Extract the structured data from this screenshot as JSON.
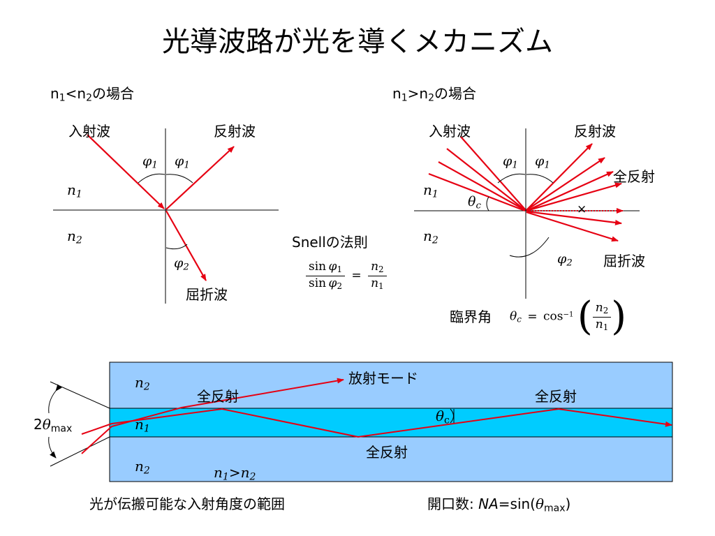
{
  "title": "光導波路が光を導くメカニズム",
  "case_left": {
    "n1": "n",
    "sub1": "1",
    "op": "<",
    "n2": "n",
    "sub2": "2",
    "suffix": "の場合"
  },
  "case_right": {
    "n1": "n",
    "sub1": "1",
    "op": ">",
    "n2": "n",
    "sub2": "2",
    "suffix": "の場合"
  },
  "labels": {
    "incident": "入射波",
    "reflected": "反射波",
    "refracted": "屈折波",
    "total_reflection": "全反射",
    "radiation_mode": "放射モード",
    "snell": "Snellの法則",
    "critical_angle": "臨界角",
    "acceptance_range": "光が伝搬可能な入射角度の範囲",
    "na_prefix": "開口数: ",
    "na_label": "NA",
    "na_eq": "=sin(",
    "na_close": ")"
  },
  "symbols": {
    "n": "n",
    "sub1": "1",
    "sub2": "2",
    "phi": "φ",
    "theta": "θ",
    "c": "c",
    "max": "max",
    "two": "2",
    "gt": ">",
    "sin": "sin",
    "cos": "cos",
    "inv": "−1",
    "eq": "=",
    "lparen": "(",
    "rparen": ")",
    "cross": "×"
  },
  "colors": {
    "ray": "#e60012",
    "cladding": "#99ccff",
    "core": "#00ccff",
    "line": "#000000"
  }
}
